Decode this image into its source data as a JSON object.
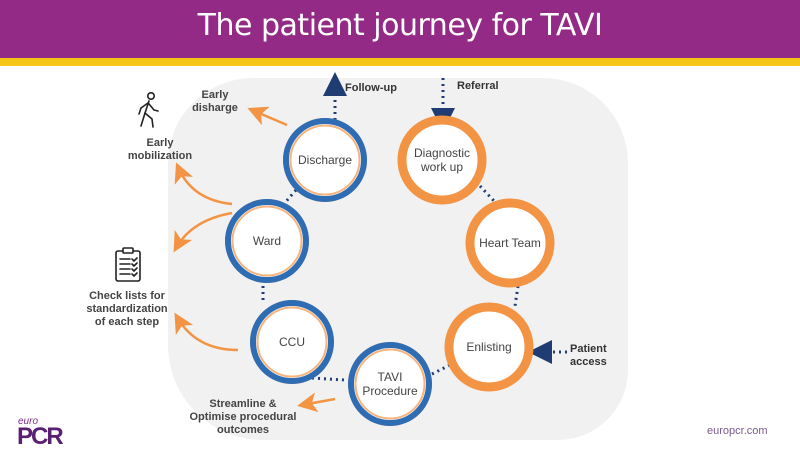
{
  "header": {
    "title": "The patient journey for TAVI"
  },
  "colors": {
    "brand_purple": "#932a85",
    "stripe_yellow": "#f5c518",
    "orange": "#f39444",
    "blue": "#2e6db4",
    "dot_navy": "#1f3c73"
  },
  "nodes": [
    {
      "id": "discharge",
      "lines": [
        "Discharge"
      ],
      "style": "blue"
    },
    {
      "id": "diagnostic",
      "lines": [
        "Diagnostic",
        "work up"
      ],
      "style": "orange"
    },
    {
      "id": "heart-team",
      "lines": [
        "Heart Team"
      ],
      "style": "orange"
    },
    {
      "id": "enlisting",
      "lines": [
        "Enlisting"
      ],
      "style": "orange"
    },
    {
      "id": "tavi",
      "lines": [
        "TAVI",
        "Procedure"
      ],
      "style": "blue"
    },
    {
      "id": "ccu",
      "lines": [
        "CCU"
      ],
      "style": "blue"
    },
    {
      "id": "ward",
      "lines": [
        "Ward"
      ],
      "style": "blue"
    }
  ],
  "flow_labels": {
    "follow_up": "Follow-up",
    "referral": "Referral",
    "patient_access": [
      "Patient",
      "access"
    ]
  },
  "side_notes": {
    "early_discharge": [
      "Early",
      "disharge"
    ],
    "early_mobilization": [
      "Early",
      "mobilization"
    ],
    "checklists": [
      "Check lists for",
      "standardization",
      "of each step"
    ],
    "streamline": [
      "Streamline &",
      "Optimise  procedural",
      "outcomes"
    ]
  },
  "icons": {
    "walking": "walking-person-icon",
    "checklist": "clipboard-checklist-icon"
  },
  "footer": {
    "logo_top": "euro",
    "logo_main": "PCR",
    "site": "europcr.com"
  }
}
